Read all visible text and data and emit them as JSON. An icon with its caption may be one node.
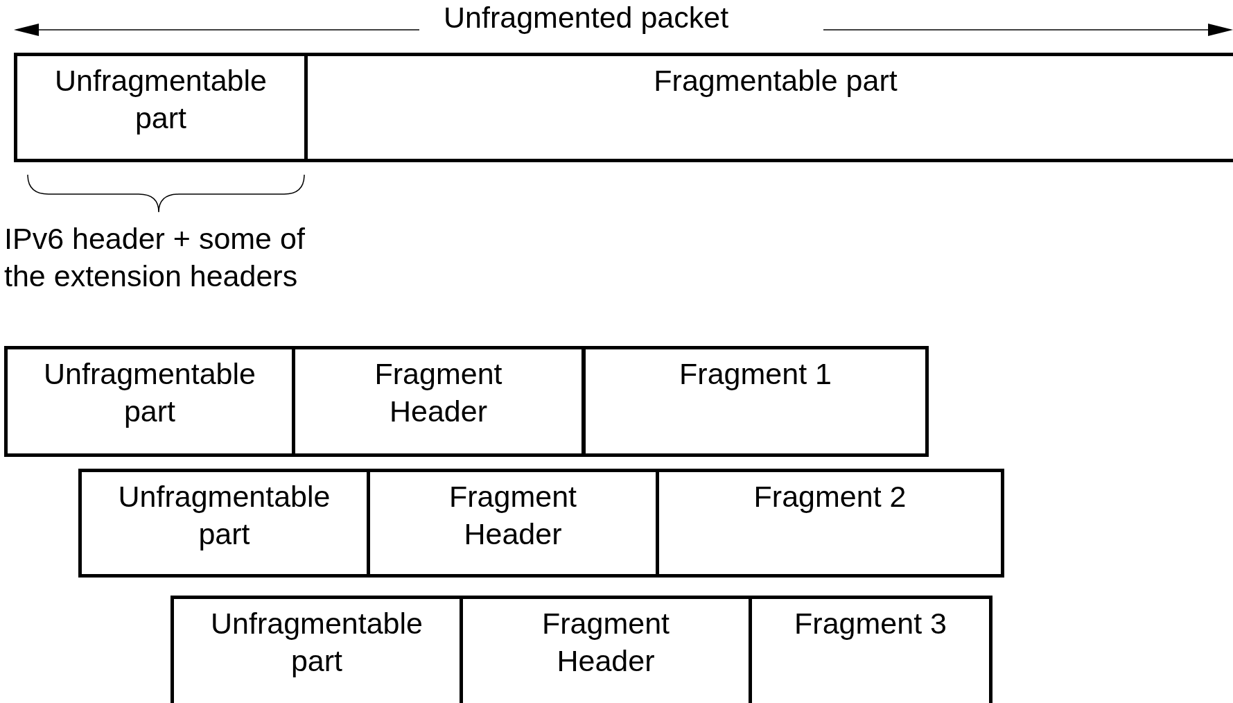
{
  "diagram": {
    "nodes": [
      {
        "text": [
          "Unfragmentable part"
        ]
      },
      {
        "text": [
          "Fragmentable part"
        ]
      },
      {
        "text": [
          "Unfragmentable part"
        ]
      },
      {
        "text": [
          "Fragment Header"
        ]
      },
      {
        "text": [
          "Fragment 1"
        ]
      },
      {
        "text": [
          "Unfragmentable part"
        ]
      },
      {
        "text": [
          "Fragment Header"
        ]
      },
      {
        "text": [
          "Fragment 2"
        ]
      },
      {
        "text": [
          "Unfragmentable part"
        ]
      },
      {
        "text": [
          "Fragment Header"
        ]
      },
      {
        "text": [
          "Fragment 3"
        ]
      }
    ],
    "labels": [
      "Unfragmented packet",
      "IPv6 header + some of the extension headers"
    ]
  }
}
